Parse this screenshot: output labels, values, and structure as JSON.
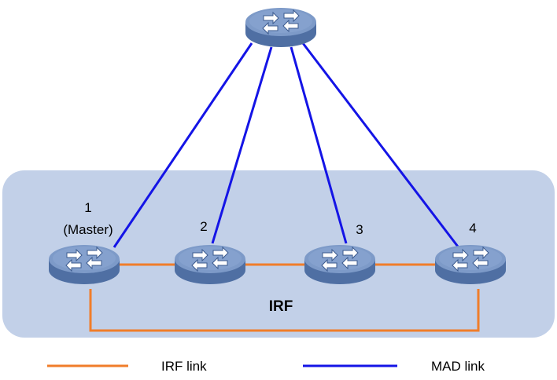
{
  "colors": {
    "irf_link": "#f07d2a",
    "mad_link": "#1414e6",
    "irf_area": "#c2d0e8",
    "device_top": "#7d9ac8",
    "device_side": "#4f6fa3"
  },
  "icons": {
    "device": "switch-icon"
  },
  "devices": {
    "top": {
      "label": ""
    },
    "member1": {
      "label": "1",
      "role": "(Master)"
    },
    "member2": {
      "label": "2"
    },
    "member3": {
      "label": "3"
    },
    "member4": {
      "label": "4"
    }
  },
  "irf_label": "IRF",
  "legend": {
    "irf_link": "IRF link",
    "mad_link": "MAD link"
  }
}
